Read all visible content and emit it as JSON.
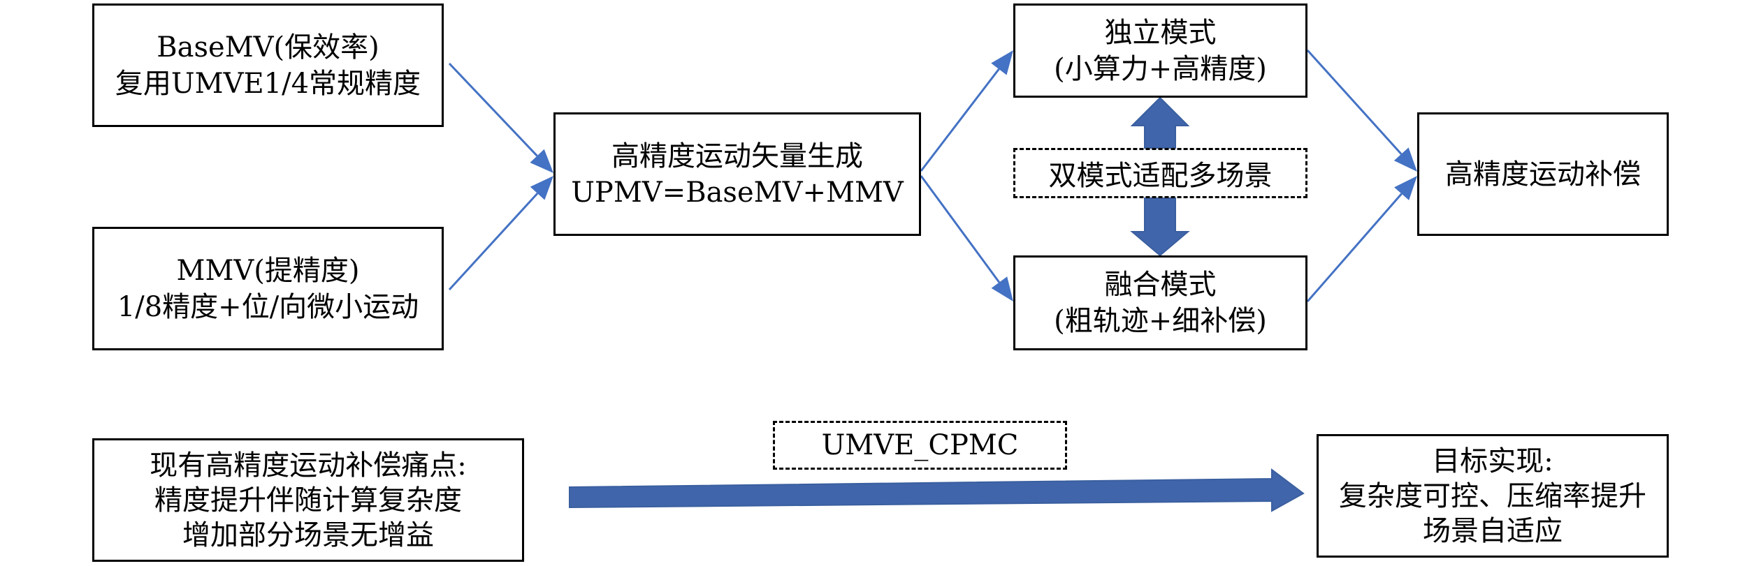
{
  "diagram": {
    "inputs": {
      "base_mv": {
        "lines": [
          "BaseMV(保效率)",
          "复用UMVE1/4常规精度"
        ]
      },
      "mmv": {
        "lines": [
          "MMV(提精度)",
          "1/8精度+位/向微小运动"
        ]
      }
    },
    "generation": {
      "lines": [
        "高精度运动矢量生成",
        "UPMV=BaseMV+MMV"
      ]
    },
    "modes": {
      "independent": {
        "lines": [
          "独立模式",
          "(小算力+高精度)"
        ]
      },
      "fusion": {
        "lines": [
          "融合模式",
          "(粗轨迹+细补偿)"
        ]
      },
      "adapter_label": "双模式适配多场景"
    },
    "output": {
      "label": "高精度运动补偿"
    },
    "bottom": {
      "pain_point": {
        "lines": [
          "现有高精度运动补偿痛点:",
          "精度提升伴随计算复杂度",
          "增加部分场景无增益"
        ]
      },
      "method_label": "UMVE_CPMC",
      "goal": {
        "lines": [
          "目标实现:",
          "复杂度可控、压缩率提升",
          "场景自适应"
        ]
      }
    },
    "colors": {
      "arrow_line": "#4472C4",
      "block_arrow": "#4065AB",
      "border": "#000000"
    }
  }
}
